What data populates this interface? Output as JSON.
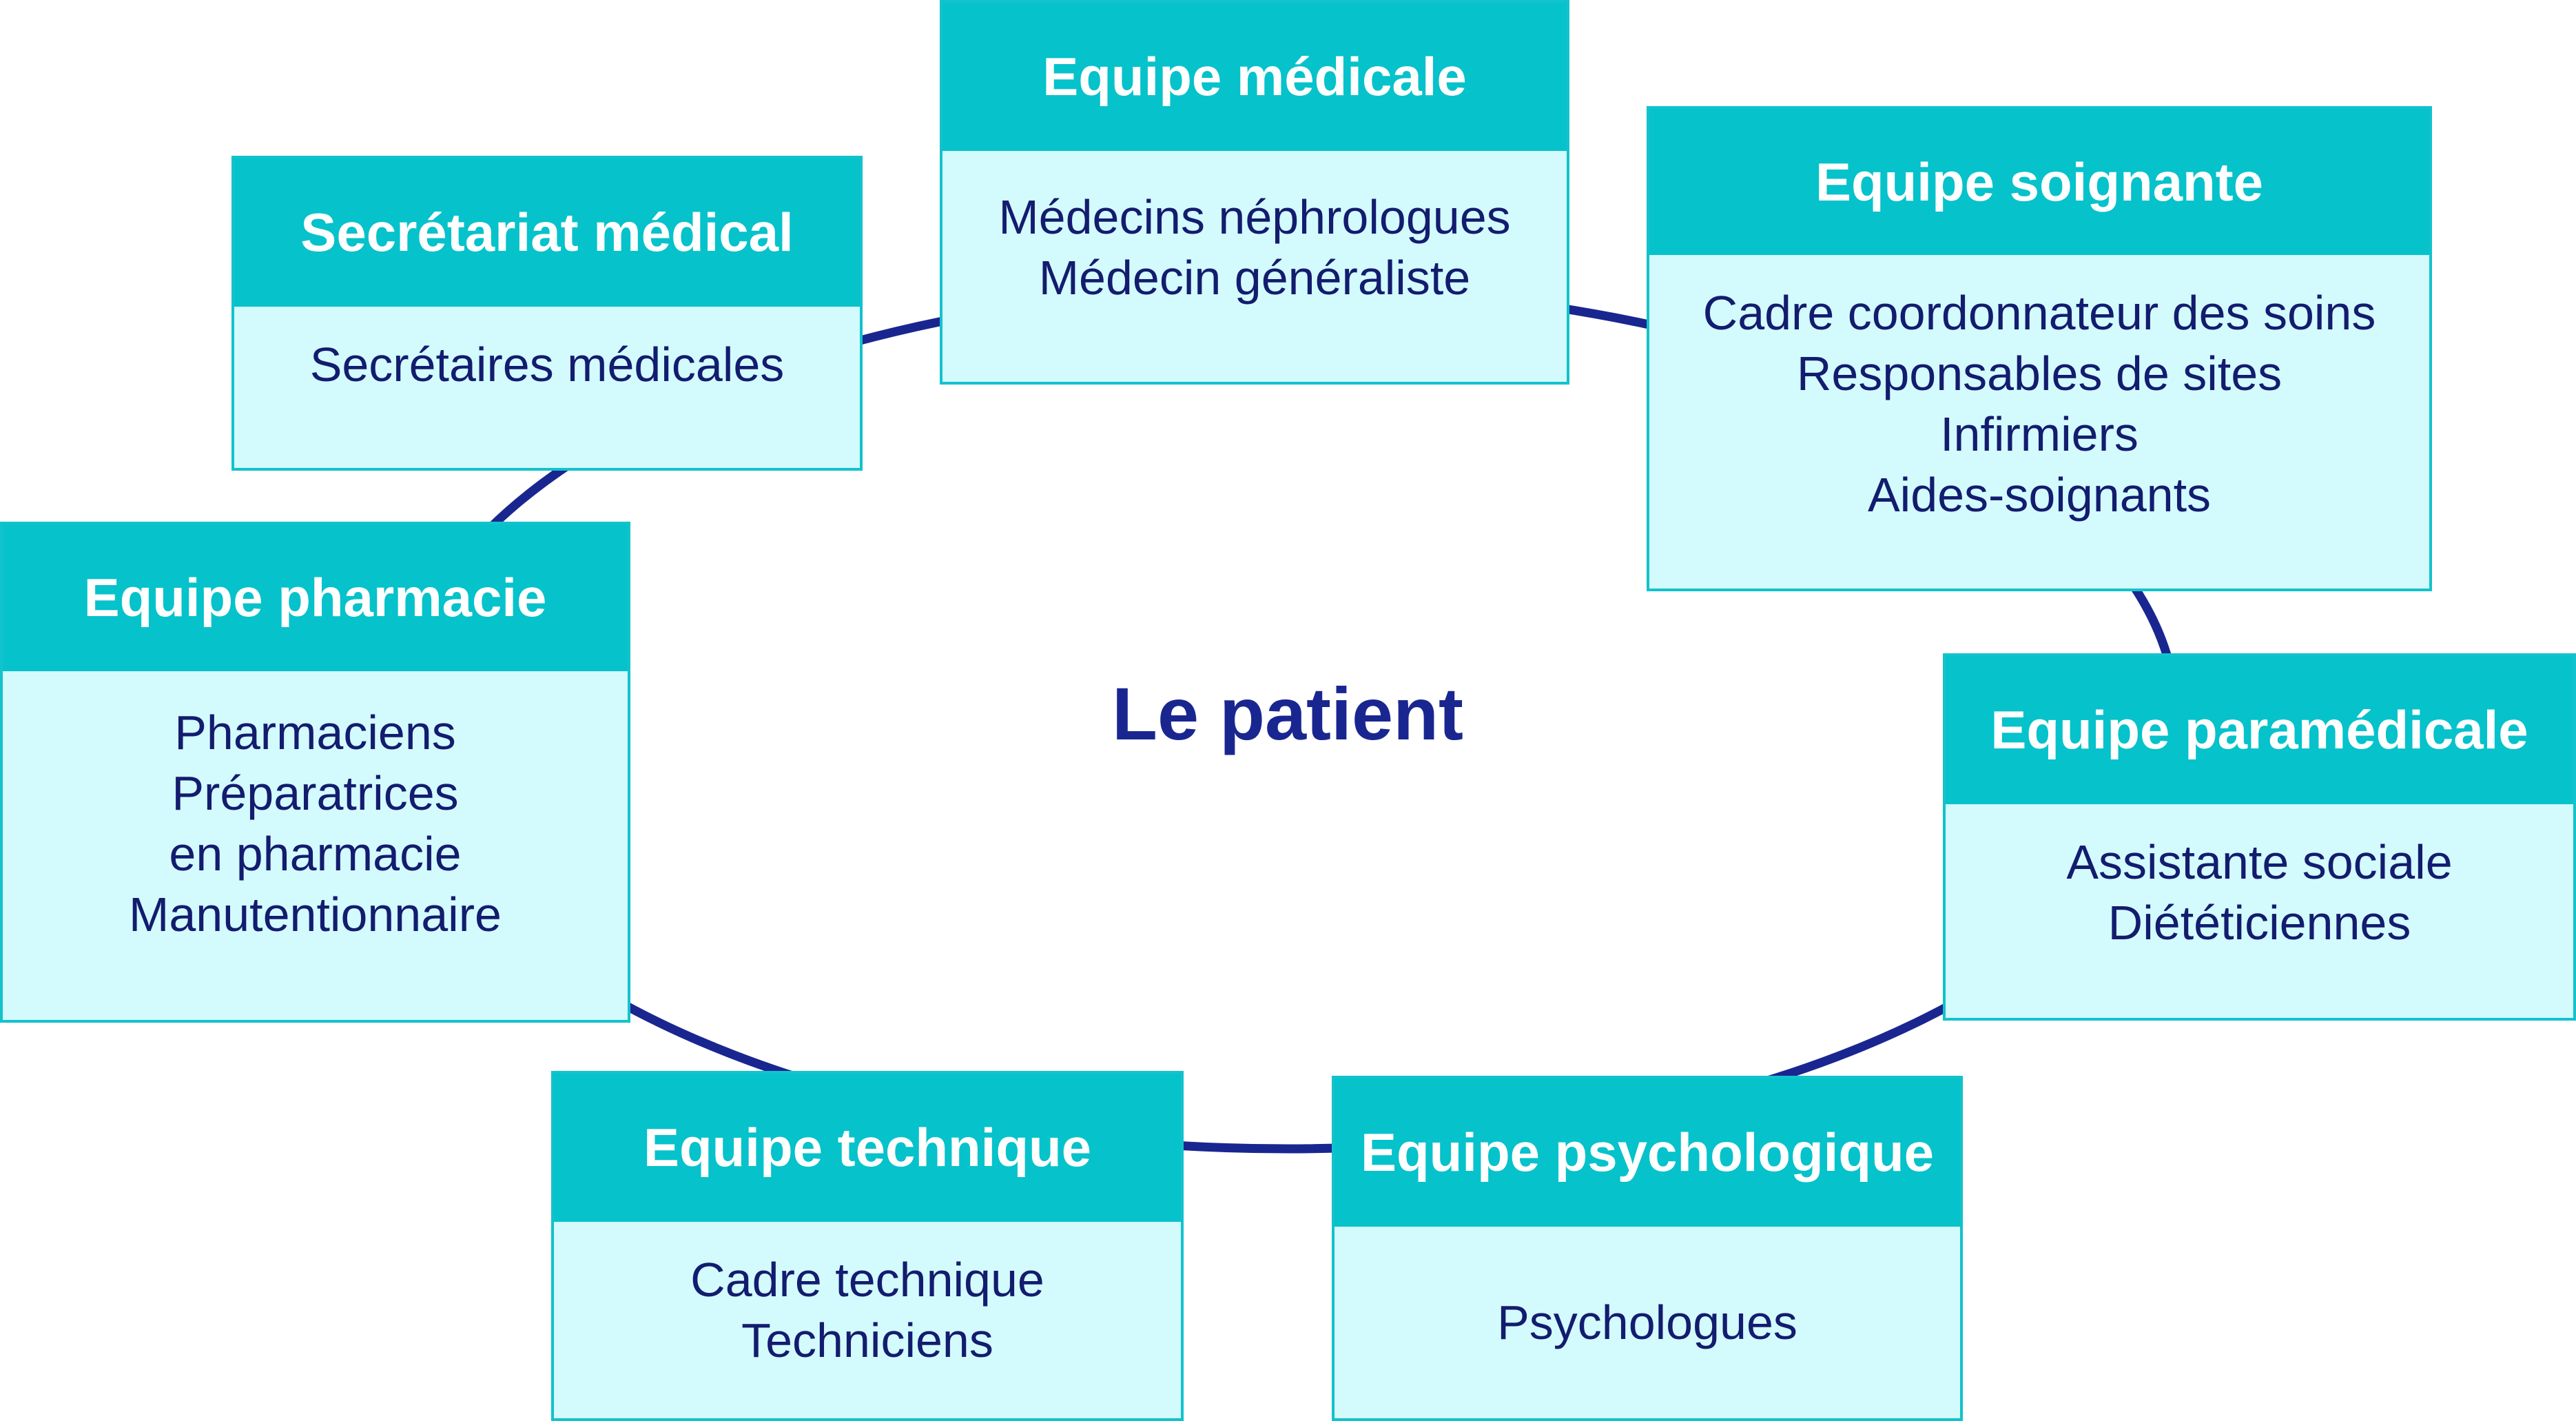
{
  "center": {
    "label": "Le patient"
  },
  "colors": {
    "header_bg": "#06c2cb",
    "body_bg": "#d3fafd",
    "ring": "#1a2690",
    "text_dark": "#131c6e"
  },
  "teams": [
    {
      "title": "Equipe médicale",
      "members": [
        "Médecins néphrologues",
        "Médecin généraliste"
      ]
    },
    {
      "title": "Equipe soignante",
      "members": [
        "Cadre coordonnateur des soins",
        "Responsables de sites",
        "Infirmiers",
        "Aides-soignants"
      ]
    },
    {
      "title": "Equipe paramédicale",
      "members": [
        "Assistante sociale",
        "Diététiciennes"
      ]
    },
    {
      "title": "Equipe psychologique",
      "members": [
        "Psychologues"
      ]
    },
    {
      "title": "Equipe technique",
      "members": [
        "Cadre technique",
        "Techniciens"
      ]
    },
    {
      "title": "Equipe pharmacie",
      "members": [
        "Pharmaciens",
        "Préparatrices",
        "en pharmacie",
        "Manutentionnaire"
      ]
    },
    {
      "title": "Secrétariat médical",
      "members": [
        "Secrétaires médicales"
      ]
    }
  ]
}
